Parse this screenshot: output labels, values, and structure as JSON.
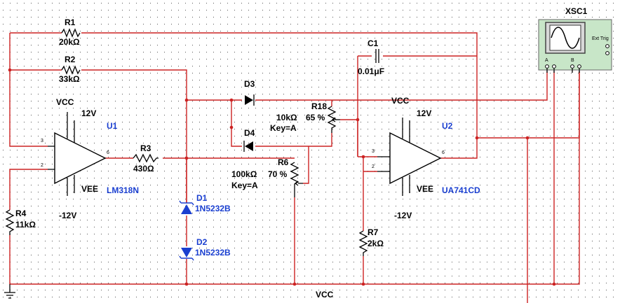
{
  "components": {
    "r1": {
      "ref": "R1",
      "value": "20kΩ"
    },
    "r2": {
      "ref": "R2",
      "value": "33kΩ"
    },
    "r3": {
      "ref": "R3",
      "value": "430Ω"
    },
    "r4": {
      "ref": "R4",
      "value": "11kΩ"
    },
    "r6": {
      "ref": "R6",
      "value": "100kΩ",
      "setting": "70 %",
      "key": "Key=A"
    },
    "r7": {
      "ref": "R7",
      "value": "2kΩ"
    },
    "r18": {
      "ref": "R18",
      "value": "10kΩ",
      "setting": "65 %",
      "key": "Key=A"
    },
    "c1": {
      "ref": "C1",
      "value": "0.01μF"
    },
    "d1": {
      "ref": "D1",
      "part": "1N5232B"
    },
    "d2": {
      "ref": "D2",
      "part": "1N5232B"
    },
    "d3": {
      "ref": "D3"
    },
    "d4": {
      "ref": "D4"
    },
    "u1": {
      "ref": "U1",
      "part": "LM318N",
      "vcc": "VCC",
      "vcc_val": "12V",
      "vee": "VEE",
      "vee_val": "-12V"
    },
    "u2": {
      "ref": "U2",
      "part": "UA741CD",
      "vcc": "VCC",
      "vcc_val": "12V",
      "vee": "VEE",
      "vee_val": "-12V"
    },
    "xsc1": {
      "ref": "XSC1",
      "ext_trig": "Ext Trig",
      "ch_a": "A",
      "ch_b": "B"
    },
    "bottom_net": "VCC"
  },
  "colors": {
    "wire": "#cc2222",
    "part_label": "#1a3fd0",
    "scope_body": "#c8e6c8",
    "diode": "#1a3fd0"
  }
}
